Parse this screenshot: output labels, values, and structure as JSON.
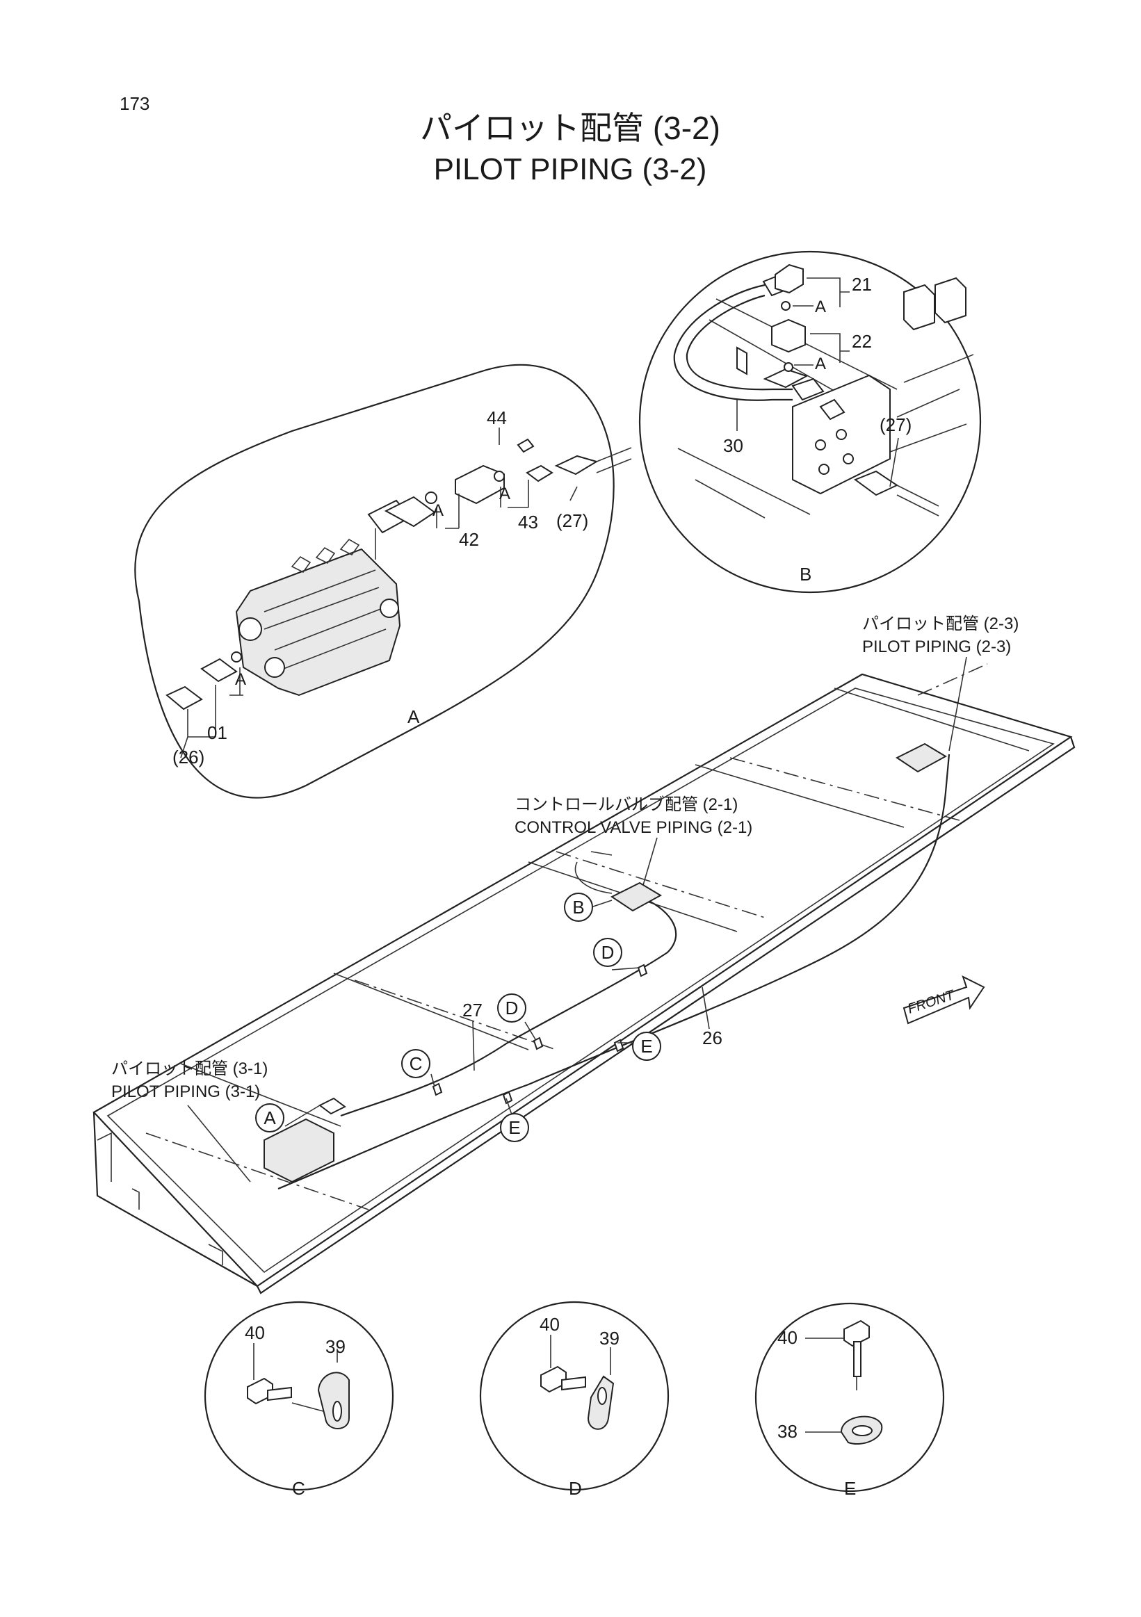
{
  "page": {
    "number": "173",
    "title_jp": "パイロット配管 (3-2)",
    "title_en": "PILOT PIPING (3-2)"
  },
  "references": {
    "pilot_2_3_jp": "パイロット配管 (2-3)",
    "pilot_2_3_en": "PILOT PIPING (2-3)",
    "control_valve_jp": "コントロールバルブ配管 (2-1)",
    "control_valve_en": "CONTROL VALVE PIPING (2-1)",
    "pilot_3_1_jp": "パイロット配管 (3-1)",
    "pilot_3_1_en": "PILOT PIPING (3-1)"
  },
  "front_label": "FRONT",
  "detail_letters": {
    "a": "A",
    "b": "B",
    "c": "C",
    "d": "D",
    "e": "E"
  },
  "detail_a": {
    "parts": [
      "44",
      "42",
      "43",
      "(27)",
      "01",
      "(26)"
    ],
    "oring": "A"
  },
  "detail_b": {
    "parts": [
      "21",
      "22",
      "30",
      "(27)"
    ],
    "oring": "A"
  },
  "main_view": {
    "hose_labels": [
      "27",
      "26"
    ]
  },
  "detail_c": {
    "parts": [
      "40",
      "39"
    ]
  },
  "detail_d": {
    "parts": [
      "40",
      "39"
    ]
  },
  "detail_e": {
    "parts": [
      "40",
      "38"
    ]
  }
}
